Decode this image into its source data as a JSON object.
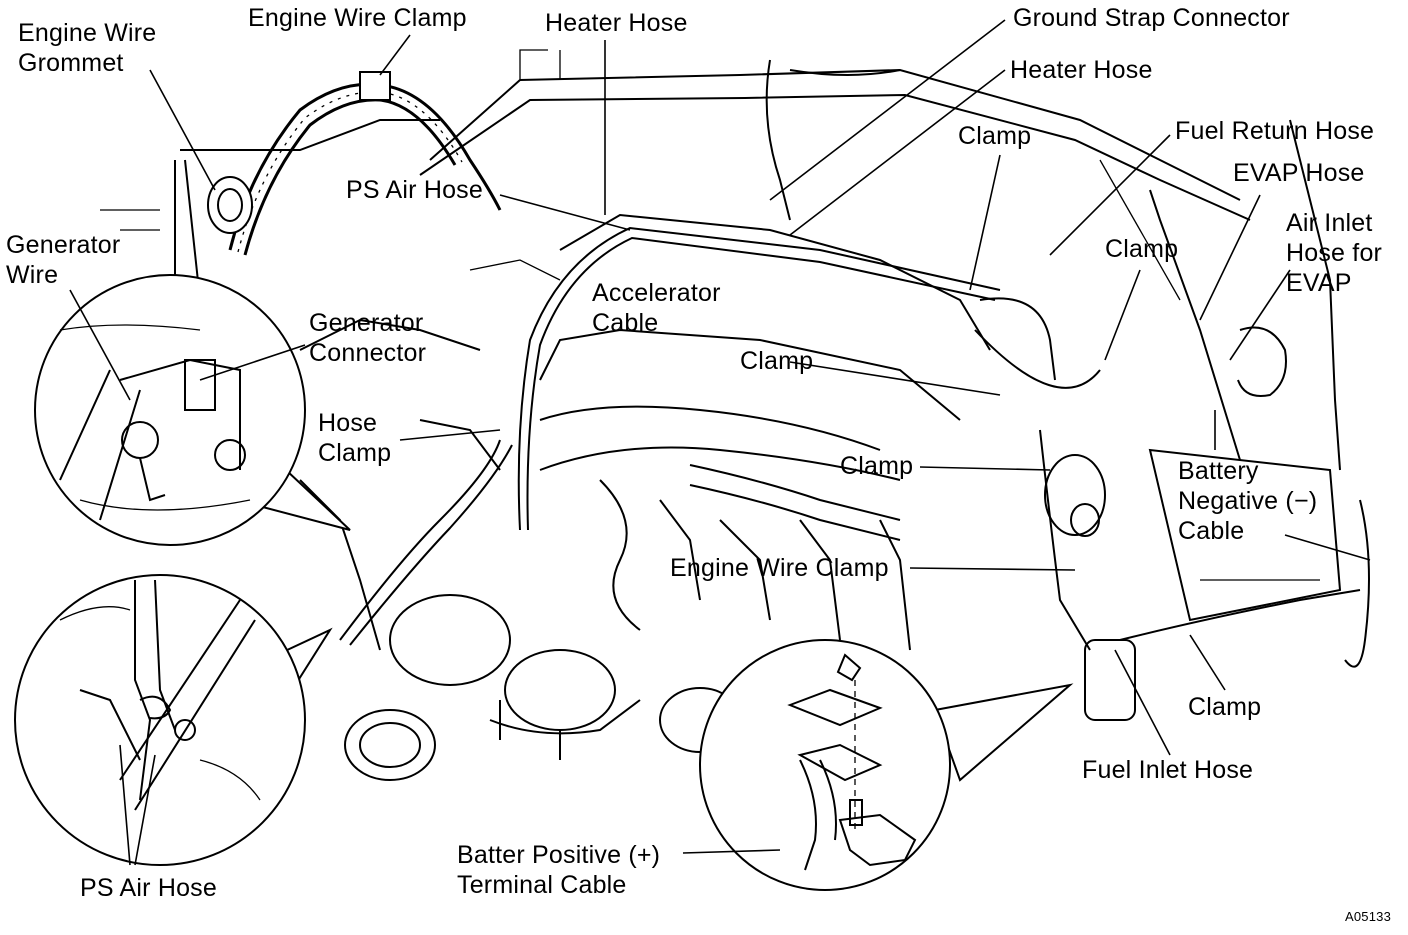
{
  "figure_id": "A05133",
  "labels": {
    "engine_wire_grommet": "Engine Wire\nGrommet",
    "engine_wire_clamp_top": "Engine Wire Clamp",
    "heater_hose_top": "Heater Hose",
    "ground_strap_connector": "Ground Strap Connector",
    "heater_hose_right": "Heater Hose",
    "clamp_top": "Clamp",
    "fuel_return_hose": "Fuel Return Hose",
    "evap_hose": "EVAP Hose",
    "air_inlet_hose_evap": "Air Inlet\nHose for\nEVAP",
    "ps_air_hose_top": "PS Air Hose",
    "generator_wire": "Generator\nWire",
    "clamp_right": "Clamp",
    "generator_connector": "Generator\nConnector",
    "accelerator_cable": "Accelerator\nCable",
    "clamp_mid": "Clamp",
    "hose_clamp": "Hose\nClamp",
    "clamp_lower": "Clamp",
    "battery_negative_cable": "Battery\nNegative (−)\nCable",
    "engine_wire_clamp_mid": "Engine Wire Clamp",
    "clamp_bottom_right": "Clamp",
    "fuel_inlet_hose": "Fuel Inlet Hose",
    "battery_positive_cable": "Batter Positive (+)\nTerminal Cable",
    "ps_air_hose_bottom": "PS Air Hose"
  }
}
